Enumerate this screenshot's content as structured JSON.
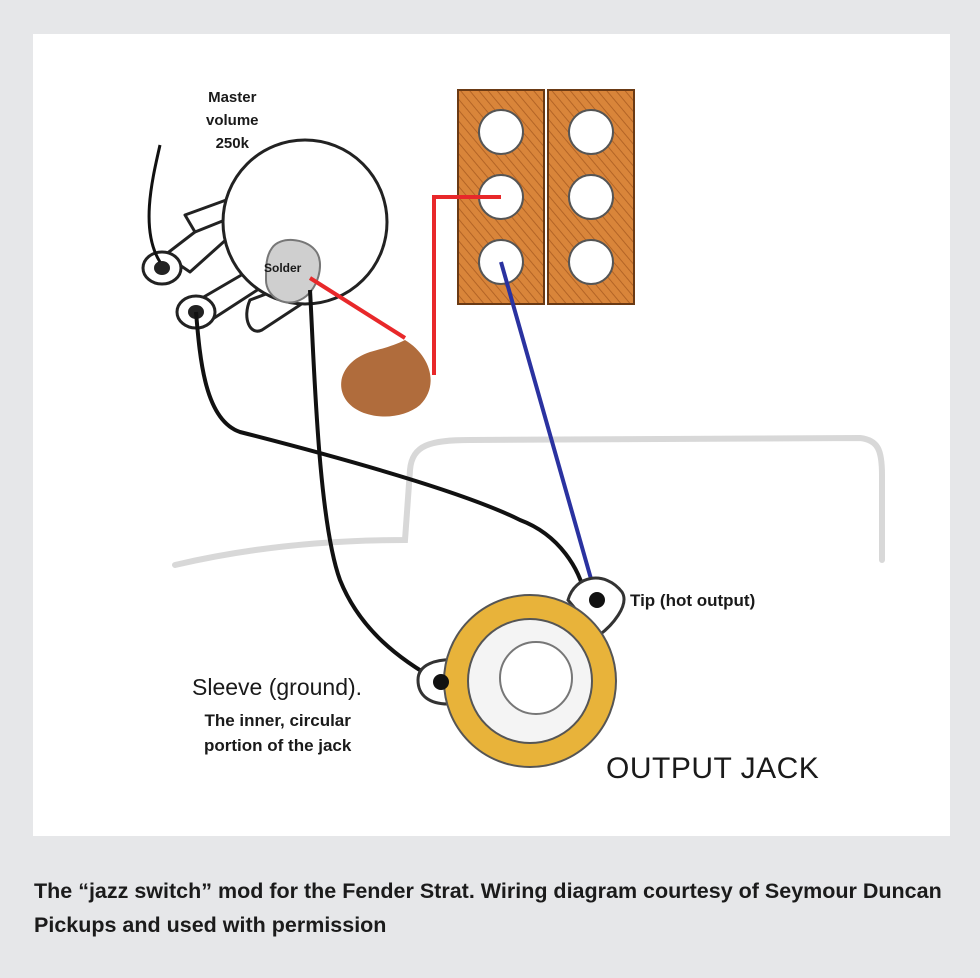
{
  "figure": {
    "labels": {
      "master_volume": "Master\nvolume\n250k",
      "solder": "Solder",
      "tip": "Tip (hot output)",
      "sleeve": "Sleeve (ground).",
      "sleeve_note": "The inner, circular\nportion of the jack",
      "output_jack": "OUTPUT JACK"
    },
    "colors": {
      "switch_orange": "#d9853a",
      "hot_wire": "#e8282a",
      "tip_wire": "#2a32a0",
      "ground_wire": "#111111",
      "capacitor": "#b06c3c",
      "jack_ring": "#e8b33a"
    }
  },
  "caption": {
    "text": "The “jazz switch” mod for the Fender Strat. Wiring diagram courtesy of Seymour Duncan Pickups and used with permission"
  }
}
